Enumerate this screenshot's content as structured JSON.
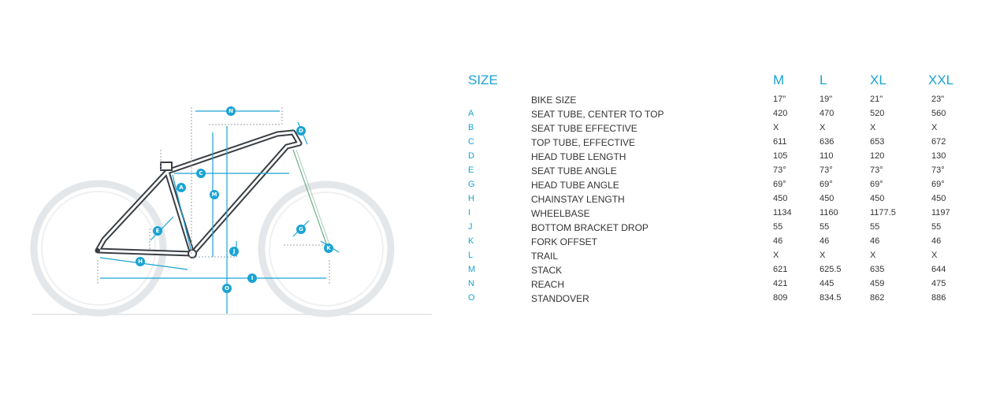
{
  "colors": {
    "accent": "#1aa3d3",
    "frame": "#3a3f45",
    "wheel": "#e2e5e8",
    "fork": "#6fae86"
  },
  "diagram_markers": [
    "N",
    "D",
    "C",
    "A",
    "M",
    "E",
    "J",
    "G",
    "K",
    "H",
    "I",
    "O"
  ],
  "table": {
    "title": "SIZE",
    "sizes": [
      "M",
      "L",
      "XL",
      "XXL"
    ],
    "rows": [
      {
        "letter": "",
        "label": "BIKE SIZE",
        "values": [
          "17\"",
          "19\"",
          "21\"",
          "23\""
        ]
      },
      {
        "letter": "A",
        "label": "SEAT TUBE, CENTER TO TOP",
        "values": [
          "420",
          "470",
          "520",
          "560"
        ]
      },
      {
        "letter": "B",
        "label": "SEAT TUBE EFFECTIVE",
        "values": [
          "X",
          "X",
          "X",
          "X"
        ]
      },
      {
        "letter": "C",
        "label": "TOP TUBE, EFFECTIVE",
        "values": [
          "611",
          "636",
          "653",
          "672"
        ]
      },
      {
        "letter": "D",
        "label": "HEAD TUBE LENGTH",
        "values": [
          "105",
          "110",
          "120",
          "130"
        ]
      },
      {
        "letter": "E",
        "label": "SEAT TUBE ANGLE",
        "values": [
          "73°",
          "73°",
          "73°",
          "73°"
        ]
      },
      {
        "letter": "G",
        "label": "HEAD TUBE ANGLE",
        "values": [
          "69°",
          "69°",
          "69°",
          "69°"
        ]
      },
      {
        "letter": "H",
        "label": "CHAINSTAY LENGTH",
        "values": [
          "450",
          "450",
          "450",
          "450"
        ]
      },
      {
        "letter": "I",
        "label": "WHEELBASE",
        "values": [
          "1134",
          "1160",
          "1177.5",
          "1197"
        ]
      },
      {
        "letter": "J",
        "label": "BOTTOM BRACKET DROP",
        "values": [
          "55",
          "55",
          "55",
          "55"
        ]
      },
      {
        "letter": "K",
        "label": "FORK OFFSET",
        "values": [
          "46",
          "46",
          "46",
          "46"
        ]
      },
      {
        "letter": "L",
        "label": "TRAIL",
        "values": [
          "X",
          "X",
          "X",
          "X"
        ]
      },
      {
        "letter": "M",
        "label": "STACK",
        "values": [
          "621",
          "625.5",
          "635",
          "644"
        ]
      },
      {
        "letter": "N",
        "label": "REACH",
        "values": [
          "421",
          "445",
          "459",
          "475"
        ]
      },
      {
        "letter": "O",
        "label": "STANDOVER",
        "values": [
          "809",
          "834.5",
          "862",
          "886"
        ]
      }
    ]
  }
}
